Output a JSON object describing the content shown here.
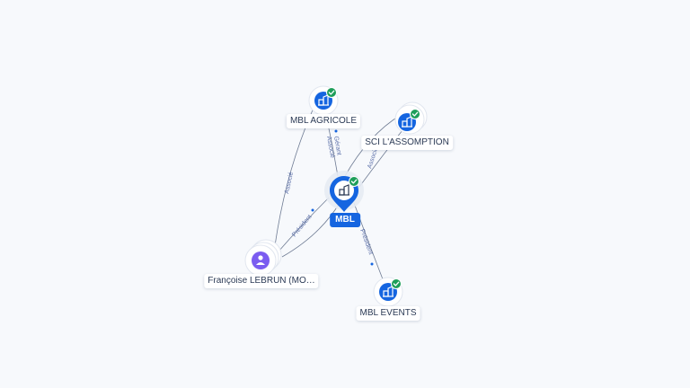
{
  "nodes": {
    "mbl": {
      "label": "MBL",
      "icon": "building-icon",
      "status": "check-icon"
    },
    "mbl_agricole": {
      "label": "MBL AGRICOLE",
      "icon": "building-icon",
      "status": "check-icon"
    },
    "sci_lassomption": {
      "label": "SCI L'ASSOMPTION",
      "icon": "building-icon",
      "status": "check-icon"
    },
    "mbl_events": {
      "label": "MBL EVENTS",
      "icon": "building-icon",
      "status": "check-icon"
    },
    "francoise": {
      "label": "Françoise LEBRUN (MO…",
      "icon": "person-icon"
    }
  },
  "edges": {
    "gerant": "Gérant",
    "associe_agricole": "Associé",
    "associe_sci": "Associé",
    "president_events": "Président",
    "associe_francoise": "Associé",
    "president_francoise": "Président"
  },
  "colors": {
    "company": "#1565e0",
    "person": "#7b5cf0",
    "check": "#1e9e5a",
    "edge": "#6f7c94",
    "edge_label": "#5a6ea8"
  }
}
